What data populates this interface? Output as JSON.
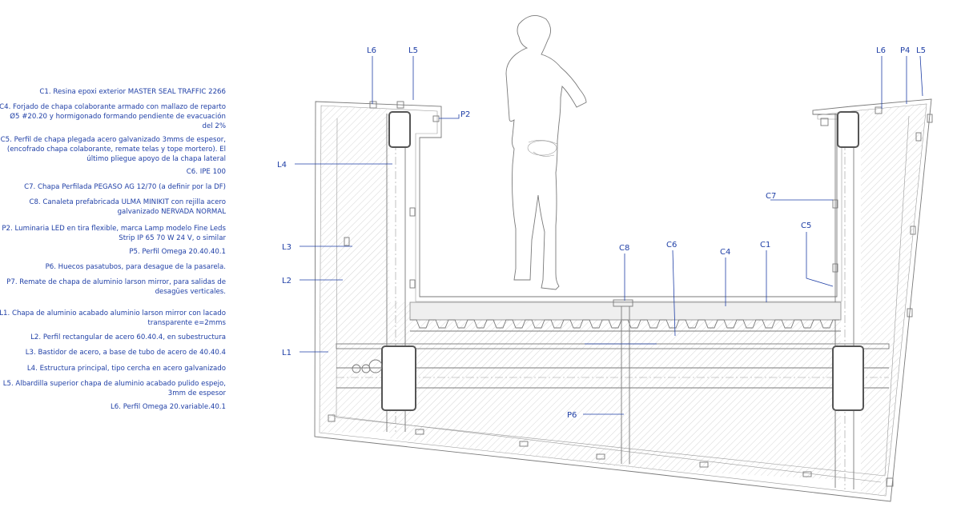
{
  "notes": [
    {
      "id": "C1",
      "text": "C1.   Resina epoxi exterior MASTER SEAL TRAFFIC 2266"
    },
    {
      "id": "C4",
      "text": "C4.   Forjado de chapa colaborante armado con mallazo de reparto Ø5 #20.20 y hormigonado formando pendiente de evacuación  del 2%"
    },
    {
      "id": "C5",
      "text": "C5.   Perfil de chapa plegada acero galvanizado 3mms de espesor, (encofrado chapa colaborante, remate telas y tope mortero). El último pliegue apoyo de la chapa lateral"
    },
    {
      "id": "C6",
      "text": "C6.   IPE 100"
    },
    {
      "id": "C7",
      "text": "C7.   Chapa Perfilada PEGASO AG 12/70 (a definir por la DF)"
    },
    {
      "id": "C8",
      "text": "C8.   Canaleta prefabricada ULMA MINIKIT con rejilla acero galvanizado NERVADA NORMAL"
    },
    {
      "id": "P2",
      "text": "P2.   Luminaria LED en tira flexible, marca Lamp modelo Fine Leds  Strip IP 65 70 W 24 V, o similar"
    },
    {
      "id": "P5",
      "text": "P5.   Perfil Omega 20.40.40.1"
    },
    {
      "id": "P6",
      "text": "P6.   Huecos pasatubos, para desague de la pasarela."
    },
    {
      "id": "P7",
      "text": "P7.   Remate de chapa de aluminio larson mirror, para salidas de desagües verticales."
    },
    {
      "id": "L1",
      "text": "L1.   Chapa de aluminio acabado aluminio larson mirror con lacado transparente e=2mms"
    },
    {
      "id": "L2",
      "text": "L2.   Perfil rectangular de acero 60.40.4, en subestructura"
    },
    {
      "id": "L3",
      "text": "L3.   Bastidor de acero, a base de tubo de acero de 40.40.4"
    },
    {
      "id": "L4",
      "text": "L4.   Estructura principal, tipo cercha en acero galvanizado"
    },
    {
      "id": "L5",
      "text": "L5.   Albardilla superior chapa de aluminio acabado pulido espejo, 3mm de espesor"
    },
    {
      "id": "L6",
      "text": "L6.   Perfil Omega 20.variable.40.1"
    }
  ],
  "callouts": {
    "L6a": "L6",
    "L5a": "L5",
    "P2": "P2",
    "L4": "L4",
    "L3": "L3",
    "L2": "L2",
    "L1": "L1",
    "L6b": "L6",
    "P4": "P4",
    "L5b": "L5",
    "C7": "C7",
    "C5": "C5",
    "C8": "C8",
    "C6": "C6",
    "C4": "C4",
    "C1": "C1",
    "P6": "P6"
  },
  "colors": {
    "annotation": "#1f3fa6",
    "linework": "#7a7a7a",
    "heavy": "#555555"
  }
}
